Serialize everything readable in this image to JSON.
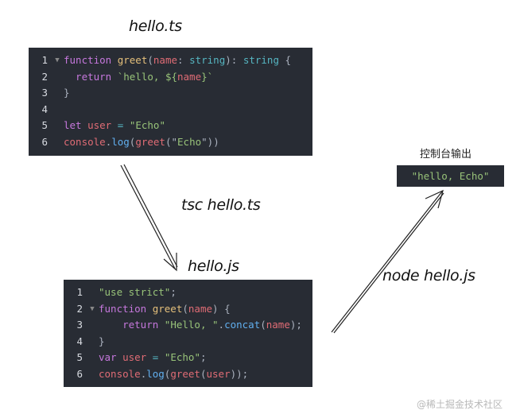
{
  "ts_file": {
    "title": "hello.ts",
    "lines": [
      {
        "n": "1",
        "fold": true,
        "tokens": [
          [
            "function ",
            "k"
          ],
          [
            "greet",
            "f"
          ],
          [
            "(",
            "o"
          ],
          [
            "name",
            "p"
          ],
          [
            ": ",
            "o"
          ],
          [
            "string",
            "t"
          ],
          [
            "): ",
            "o"
          ],
          [
            "string",
            "t"
          ],
          [
            " {",
            "o"
          ]
        ]
      },
      {
        "n": "2",
        "tokens": [
          [
            "  return ",
            "k"
          ],
          [
            "`hello, ${",
            "s"
          ],
          [
            "name",
            "p"
          ],
          [
            "}`",
            "s"
          ]
        ]
      },
      {
        "n": "3",
        "tokens": [
          [
            "}",
            "o"
          ]
        ]
      },
      {
        "n": "4",
        "tokens": []
      },
      {
        "n": "5",
        "tokens": [
          [
            "let ",
            "k"
          ],
          [
            "user ",
            "p"
          ],
          [
            "= ",
            "t"
          ],
          [
            "\"Echo\"",
            "s"
          ]
        ]
      },
      {
        "n": "6",
        "tokens": [
          [
            "console",
            "p"
          ],
          [
            ".",
            "o"
          ],
          [
            "log",
            "b"
          ],
          [
            "(",
            "o"
          ],
          [
            "greet",
            "p"
          ],
          [
            "(\"",
            "o"
          ],
          [
            "Echo",
            "s"
          ],
          [
            "\"))",
            "o"
          ]
        ]
      }
    ]
  },
  "compile_command": "tsc hello.ts",
  "js_file": {
    "title": "hello.js",
    "lines": [
      {
        "n": "1",
        "tokens": [
          [
            "\"use strict\"",
            "s"
          ],
          [
            ";",
            "o"
          ]
        ]
      },
      {
        "n": "2",
        "fold": true,
        "tokens": [
          [
            "function ",
            "k"
          ],
          [
            "greet",
            "f"
          ],
          [
            "(",
            "o"
          ],
          [
            "name",
            "p"
          ],
          [
            ") {",
            "o"
          ]
        ]
      },
      {
        "n": "3",
        "tokens": [
          [
            "    return ",
            "k"
          ],
          [
            "\"Hello, \"",
            "s"
          ],
          [
            ".",
            "o"
          ],
          [
            "concat",
            "b"
          ],
          [
            "(",
            "o"
          ],
          [
            "name",
            "p"
          ],
          [
            ");",
            "o"
          ]
        ]
      },
      {
        "n": "4",
        "tokens": [
          [
            "}",
            "o"
          ]
        ]
      },
      {
        "n": "5",
        "tokens": [
          [
            "var ",
            "k"
          ],
          [
            "user ",
            "p"
          ],
          [
            "= ",
            "t"
          ],
          [
            "\"Echo\"",
            "s"
          ],
          [
            ";",
            "o"
          ]
        ]
      },
      {
        "n": "6",
        "tokens": [
          [
            "console",
            "p"
          ],
          [
            ".",
            "o"
          ],
          [
            "log",
            "b"
          ],
          [
            "(",
            "o"
          ],
          [
            "greet",
            "p"
          ],
          [
            "(",
            "o"
          ],
          [
            "user",
            "p"
          ],
          [
            "));",
            "o"
          ]
        ]
      }
    ]
  },
  "run_command": "node hello.js",
  "console": {
    "title": "控制台输出",
    "output": "\"hello, Echo\""
  },
  "watermark": "@稀土掘金技术社区",
  "colors": {
    "editor_bg": "#282c34",
    "keyword": "#c678dd",
    "function": "#e5c07b",
    "param": "#e06c75",
    "type": "#56b6c2",
    "string": "#98c379",
    "method": "#61afef"
  }
}
